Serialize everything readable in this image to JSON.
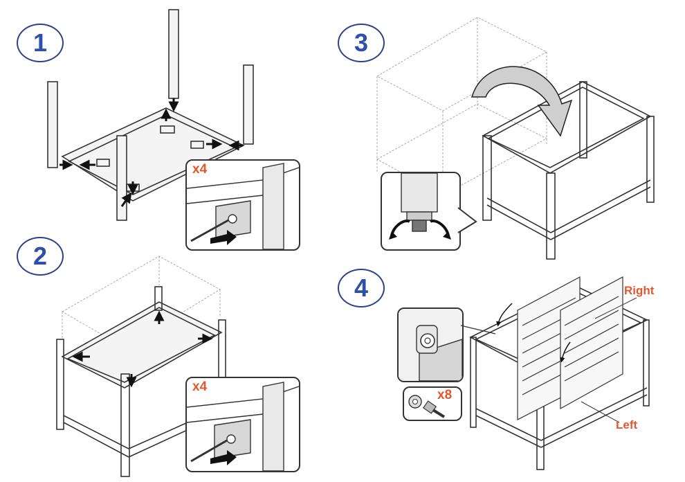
{
  "steps": [
    {
      "number": "1",
      "qty": "x4"
    },
    {
      "number": "2",
      "qty": "x4"
    },
    {
      "number": "3"
    },
    {
      "number": "4",
      "qty": "x8",
      "labels": {
        "right": "Right",
        "left": "Left"
      }
    }
  ],
  "colors": {
    "badge_border": "#2f3f8f",
    "badge_text": "#2f4fa8",
    "accent": "#e4572e",
    "line": "#333333",
    "dashed": "#999999"
  },
  "icons": [
    "arrow-icon",
    "rotate-arrow-icon",
    "bolt-icon",
    "washer-icon",
    "leveling-foot-icon"
  ]
}
